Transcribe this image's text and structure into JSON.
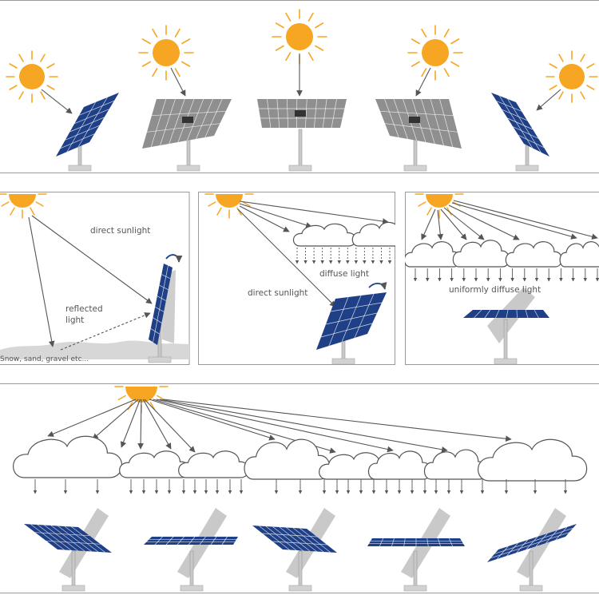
{
  "labels": {
    "direct_sunlight_1": "direct sunlight",
    "reflected": "reflected",
    "light": "light",
    "ground_surface": "Snow, sand, gravel etc...",
    "diffuse_light": "diffuse light",
    "direct_sunlight_2": "direct sunlight",
    "uniformly_diffuse": "uniformly diffuse light"
  },
  "colors": {
    "sun": "#f6a623",
    "sun_rays": "#f6a623",
    "panel": "#1f3f86",
    "panel_gray": "#8f8f8f",
    "arrow": "#555555",
    "cloud_stroke": "#555555",
    "ground": "#d7d7d7",
    "frame": "#9a9a9a"
  },
  "icons": [
    "sun-icon",
    "solar-panel-icon",
    "cloud-icon",
    "rotation-arrow-icon",
    "light-ray-arrow"
  ]
}
